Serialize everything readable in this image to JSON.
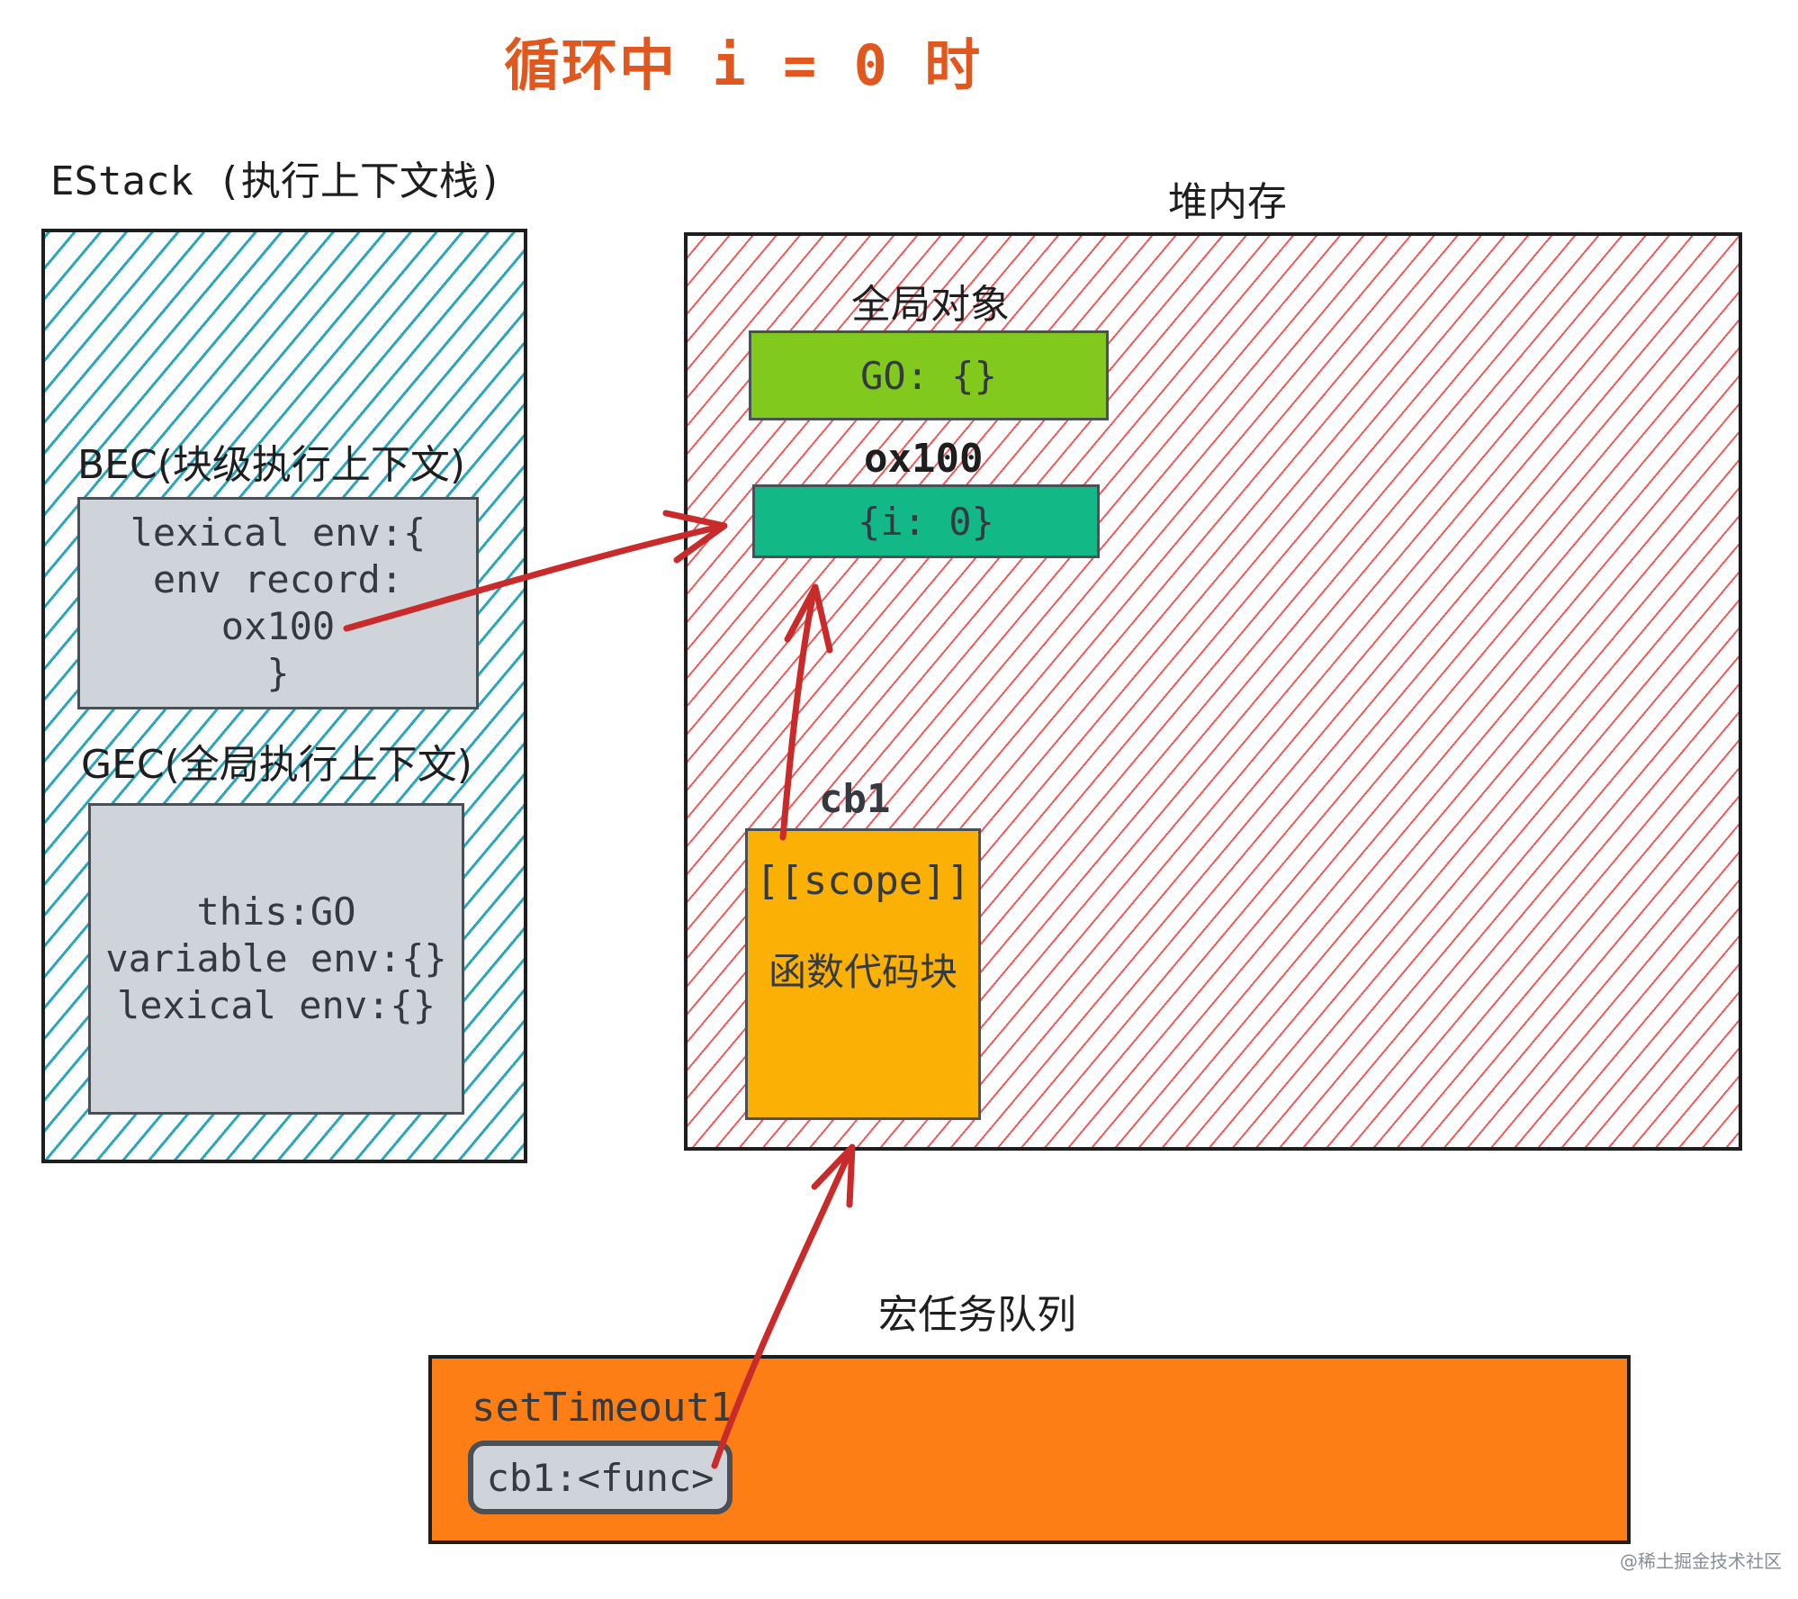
{
  "title": "循环中 i = 0 时",
  "estack": {
    "label": "EStack (执行上下文栈)",
    "bec": {
      "label": "BEC(块级执行上下文)",
      "lines": [
        "lexical env:{",
        "env record:",
        "ox100",
        "}"
      ]
    },
    "gec": {
      "label": "GEC(全局执行上下文)",
      "lines": [
        "this:GO",
        "variable env:{}",
        "lexical env:{}"
      ]
    }
  },
  "heap": {
    "label": "堆内存",
    "global_object": {
      "label": "全局对象",
      "value": "GO: {}"
    },
    "ox100": {
      "label": "ox100",
      "value": "{i: 0}"
    },
    "cb1": {
      "label": "cb1",
      "scope": "[[scope]]",
      "body": "函数代码块"
    }
  },
  "macrotask_queue": {
    "label": "宏任务队列",
    "task_name": "setTimeout1",
    "callback": "cb1:<func>"
  },
  "watermark": "@稀土掘金技术社区",
  "colors": {
    "title": "#e0581e",
    "estack_hatch": "#2aa6bd",
    "heap_hatch": "#ef5b5b",
    "go_fill": "#82c91e",
    "ox100_fill": "#12b886",
    "cb1_fill": "#fab005",
    "queue_fill": "#fd7e14",
    "arrow": "#c92a2a"
  }
}
